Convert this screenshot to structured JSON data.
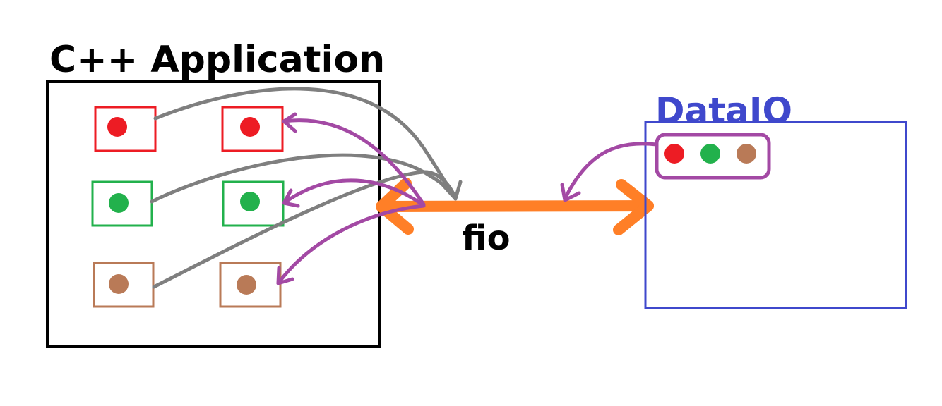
{
  "app_title": "C++ Application",
  "dataio_title": "DataIO",
  "bus_label": "fio",
  "colors": {
    "app_border": "#000000",
    "dataio_border": "#3f48cc",
    "red": "#ed1c24",
    "green": "#22b14c",
    "brown": "#b97a57",
    "bus": "#ff7f27",
    "gray_arrow": "#7f7f7f",
    "purple_arrow": "#a349a4"
  },
  "app_items": [
    {
      "name": "red-source",
      "color": "red"
    },
    {
      "name": "red-target",
      "color": "red"
    },
    {
      "name": "green-source",
      "color": "green"
    },
    {
      "name": "green-target",
      "color": "green"
    },
    {
      "name": "brown-source",
      "color": "brown"
    },
    {
      "name": "brown-target",
      "color": "brown"
    }
  ],
  "dataio_items": [
    {
      "name": "red",
      "color": "red"
    },
    {
      "name": "green",
      "color": "green"
    },
    {
      "name": "brown",
      "color": "brown"
    }
  ]
}
